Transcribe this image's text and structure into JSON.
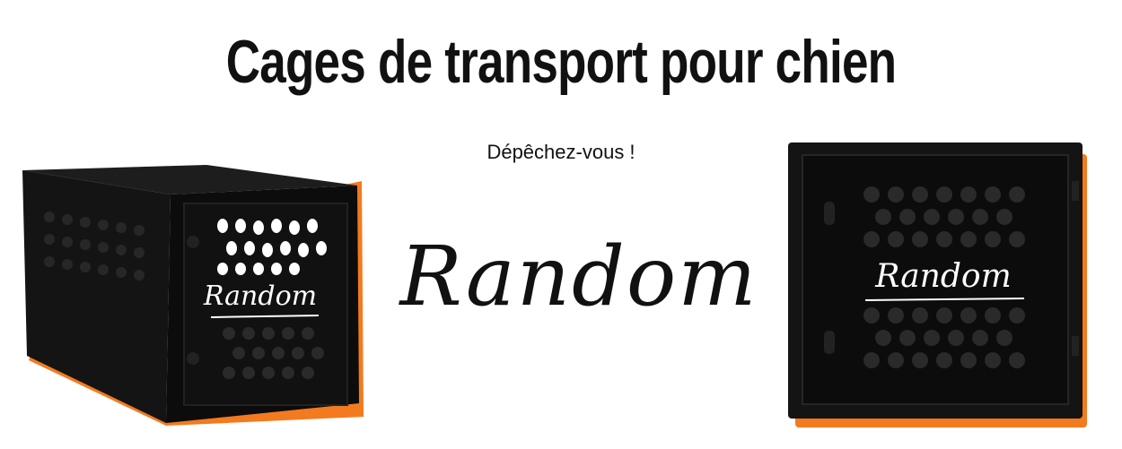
{
  "headline": "Cages de transport pour chien",
  "tagline": "Dépêchez-vous !",
  "brand": "Random",
  "products": [
    {
      "view": "angled",
      "door_logo": "Random"
    },
    {
      "view": "front",
      "door_logo": "Random"
    }
  ],
  "colors": {
    "body": "#111111",
    "accent": "#f47a1f",
    "background": "#ffffff"
  }
}
